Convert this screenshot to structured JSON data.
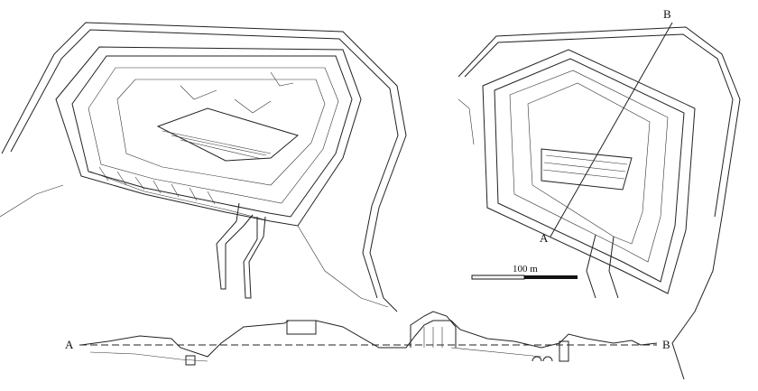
{
  "labels": {
    "plan_section_start": "A",
    "plan_section_end": "B",
    "profile_start": "A",
    "profile_end": "B"
  },
  "scale_bar": {
    "label": "100 m"
  },
  "colors": {
    "ink": "#222222",
    "background": "#ffffff"
  }
}
